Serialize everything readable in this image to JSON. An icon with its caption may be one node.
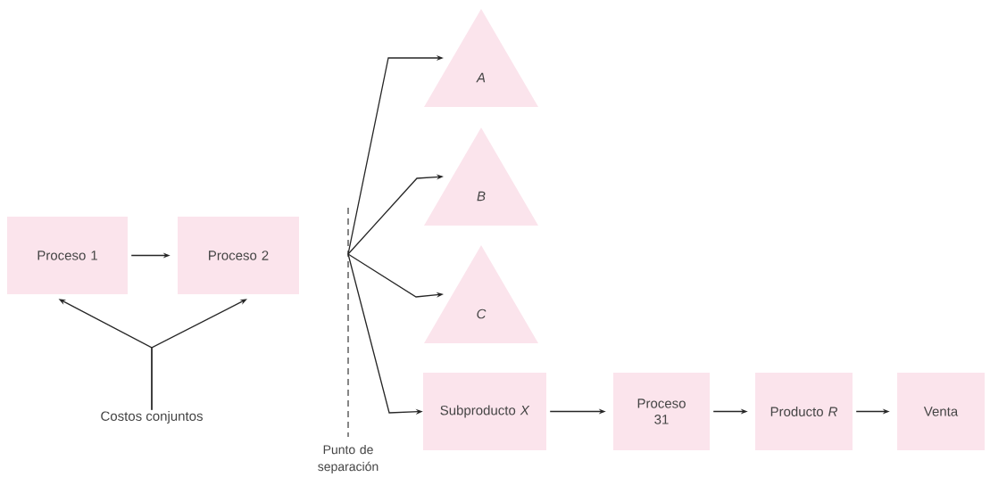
{
  "diagram": {
    "nodes": [
      {
        "text": [
          "Proceso 1"
        ]
      },
      {
        "text": [
          "Proceso 2"
        ]
      },
      {
        "text": [
          "Costos conjuntos"
        ]
      },
      {
        "text": [
          "A"
        ]
      },
      {
        "text": [
          "B"
        ]
      },
      {
        "text": [
          "C"
        ]
      },
      {
        "text": [
          "Subproducto *X*"
        ]
      },
      {
        "text": [
          "Proceso 31"
        ]
      },
      {
        "text": [
          "Producto *R*"
        ]
      },
      {
        "text": [
          "Venta"
        ]
      }
    ],
    "edges": [
      {
        "from": 0,
        "to": 1,
        "arrow": "to"
      },
      {
        "from": 2,
        "to": 0,
        "arrow": "to"
      },
      {
        "from": 2,
        "to": 1,
        "arrow": "to"
      },
      {
        "from": null,
        "to": 3,
        "arrow": "to"
      },
      {
        "from": null,
        "to": 4,
        "arrow": "to"
      },
      {
        "from": null,
        "to": 5,
        "arrow": "to"
      },
      {
        "from": null,
        "to": 6,
        "arrow": "to"
      },
      {
        "from": 6,
        "to": 7,
        "arrow": "to"
      },
      {
        "from": 7,
        "to": 8,
        "arrow": "to"
      },
      {
        "from": 8,
        "to": 9,
        "arrow": "to"
      }
    ],
    "labels": [
      "Punto de separación"
    ]
  }
}
